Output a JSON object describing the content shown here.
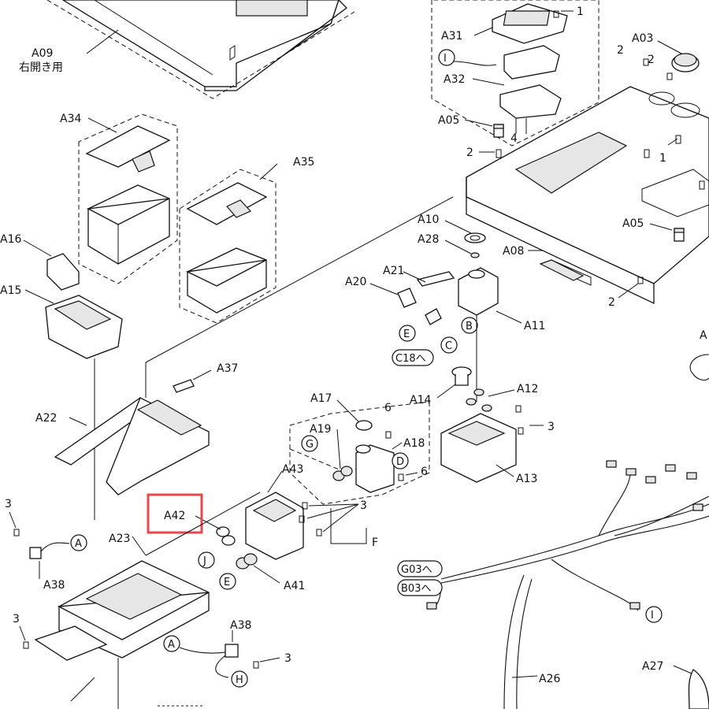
{
  "diagram": {
    "highlight_color": "#e8484b",
    "parts": {
      "a09": "A09",
      "a09_note": "右開き用",
      "a31": "A31",
      "a32": "A32",
      "a03": "A03",
      "a05_top": "A05",
      "a05_right": "A05",
      "a34": "A34",
      "a35": "A35",
      "a16": "A16",
      "a15": "A15",
      "a10": "A10",
      "a28": "A28",
      "a08": "A08",
      "a20": "A20",
      "a21": "A21",
      "a11": "A11",
      "a37": "A37",
      "a22": "A22",
      "a14": "A14",
      "a12": "A12",
      "a17": "A17",
      "a19": "A19",
      "a18": "A18",
      "a43": "A43",
      "a13": "A13",
      "a42": "A42",
      "a23": "A23",
      "a41": "A41",
      "a38_left": "A38",
      "a38_bottom": "A38",
      "a26": "A26",
      "a27": "A27",
      "a_edge": "A"
    },
    "screws": {
      "s1a": "1",
      "s1b": "1",
      "s2a": "2",
      "s2b": "2",
      "s2c": "2",
      "s2d": "2",
      "s4": "4",
      "s3a": "3",
      "s3b": "3",
      "s3c": "3",
      "s3d": "3",
      "s3e": "3",
      "s6a": "6",
      "s6b": "6"
    },
    "refs": {
      "i_top": "I",
      "e_top": "E",
      "b": "B",
      "c": "C",
      "c18": "C18へ",
      "g": "G",
      "d": "D",
      "a_left": "A",
      "j": "J",
      "e_bottom": "E",
      "f": "F",
      "a_bottom": "A",
      "h": "H",
      "g03": "G03へ",
      "b03": "B03へ",
      "i_bottom": "I"
    }
  }
}
